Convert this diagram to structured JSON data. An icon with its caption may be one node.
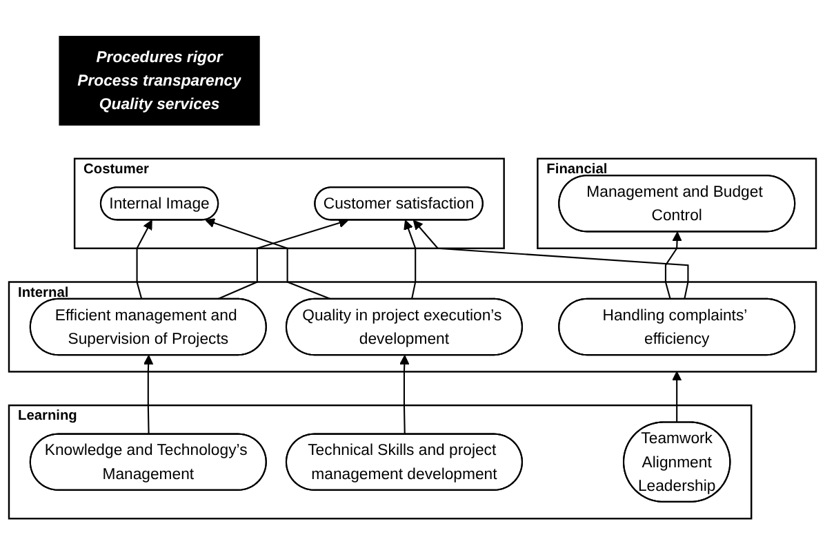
{
  "diagram": {
    "nodes": [
      {
        "text": [
          "Procedures rigor",
          "Process transparency",
          "Quality services"
        ]
      },
      {
        "text": [
          "Costumer"
        ]
      },
      {
        "text": [
          "Internal Image"
        ],
        "in": 1
      },
      {
        "text": [
          "Customer satisfaction"
        ],
        "in": 1
      },
      {
        "text": [
          "Financial"
        ]
      },
      {
        "text": [
          "Management and Budget Control"
        ],
        "in": 4
      },
      {
        "text": [
          "Internal"
        ]
      },
      {
        "text": [
          "Handling complaints’ efficiency"
        ],
        "in": 6
      },
      {
        "text": [
          "Quality in project execution’s development"
        ],
        "in": 6
      },
      {
        "text": [
          "Efficient management and Supervision of Projects"
        ],
        "in": 6
      },
      {
        "text": [
          "Learning"
        ]
      },
      {
        "text": [
          "Knowledge and Technology’s Management"
        ],
        "in": 10
      },
      {
        "text": [
          "Technical Skills and project management development"
        ],
        "in": 10
      },
      {
        "text": [
          "Teamwork",
          "Alignment",
          "Leadership"
        ],
        "in": 10
      }
    ],
    "edges": [
      {
        "from": 7,
        "to": 3,
        "arrow": "to"
      },
      {
        "from": 8,
        "to": 3,
        "arrow": "to"
      },
      {
        "from": 8,
        "to": 2,
        "arrow": "to"
      },
      {
        "from": 9,
        "to": 3,
        "arrow": "to"
      },
      {
        "from": 9,
        "to": 2,
        "arrow": "to"
      },
      {
        "from": 7,
        "to": 5,
        "arrow": "to"
      },
      {
        "from": 12,
        "to": 8,
        "arrow": "to"
      },
      {
        "from": 11,
        "to": 9,
        "arrow": "to"
      },
      {
        "from": 13,
        "to": 6,
        "arrow": "to"
      }
    ]
  }
}
